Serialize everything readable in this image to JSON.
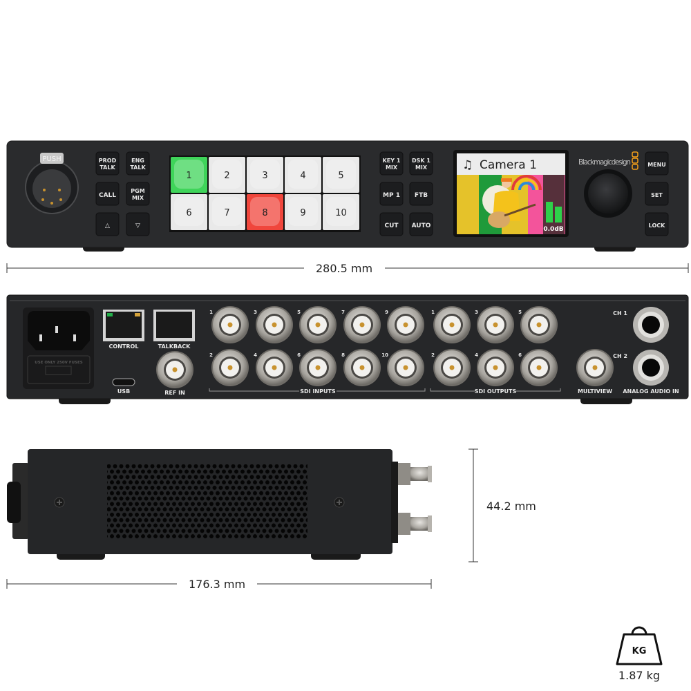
{
  "front_panel": {
    "xlr_tab_label": "PUSH",
    "left_buttons": [
      {
        "lines": [
          "PROD",
          "TALK"
        ]
      },
      {
        "lines": [
          "ENG",
          "TALK"
        ]
      },
      {
        "lines": [
          "CALL"
        ]
      },
      {
        "lines": [
          "PGM",
          "MIX"
        ]
      },
      {
        "lines": [
          "△"
        ],
        "icon": "triangle-up-icon"
      },
      {
        "lines": [
          "▽"
        ],
        "icon": "triangle-down-icon"
      }
    ],
    "source_buttons": [
      {
        "label": "1",
        "state": "preview"
      },
      {
        "label": "2",
        "state": "off"
      },
      {
        "label": "3",
        "state": "off"
      },
      {
        "label": "4",
        "state": "off"
      },
      {
        "label": "5",
        "state": "off"
      },
      {
        "label": "6",
        "state": "off"
      },
      {
        "label": "7",
        "state": "off"
      },
      {
        "label": "8",
        "state": "program"
      },
      {
        "label": "9",
        "state": "off"
      },
      {
        "label": "10",
        "state": "off"
      }
    ],
    "state_colors": {
      "preview": "#3fd45a",
      "program": "#f0463c",
      "off": "#e9e9e9"
    },
    "transition_buttons": [
      {
        "lines": [
          "KEY 1",
          "MIX"
        ]
      },
      {
        "lines": [
          "DSK 1",
          "MIX"
        ]
      },
      {
        "lines": [
          "MP 1"
        ]
      },
      {
        "lines": [
          "FTB"
        ]
      },
      {
        "lines": [
          "CUT"
        ]
      },
      {
        "lines": [
          "AUTO"
        ]
      }
    ],
    "lcd": {
      "icon": "music-note-icon",
      "title": "Camera 1",
      "audio_level": "0.0dB"
    },
    "brand": "Blackmagicdesign",
    "brand_color": "#f5a01a",
    "menu_buttons": [
      "MENU",
      "SET",
      "LOCK"
    ]
  },
  "width_dimension": "280.5 mm",
  "rear_panel": {
    "power_label": "USE ONLY 250V FUSES",
    "control_label": "CONTROL",
    "talkback_label": "TALKBACK",
    "usb_label": "USB",
    "ref_in_label": "REF IN",
    "sdi_input_numbers": [
      "1",
      "2",
      "3",
      "4",
      "5",
      "6",
      "7",
      "8",
      "9",
      "10"
    ],
    "sdi_inputs_label": "SDI INPUTS",
    "sdi_output_numbers": [
      "1",
      "2",
      "3",
      "4",
      "5",
      "6"
    ],
    "sdi_outputs_label": "SDI OUTPUTS",
    "multiview_label": "MULTIVIEW",
    "audio_channels": [
      "CH 1",
      "CH 2"
    ],
    "analog_audio_label": "ANALOG AUDIO IN"
  },
  "height_dimension": "44.2 mm",
  "depth_dimension": "176.3 mm",
  "weight": {
    "unit_label": "KG",
    "value": "1.87 kg"
  }
}
